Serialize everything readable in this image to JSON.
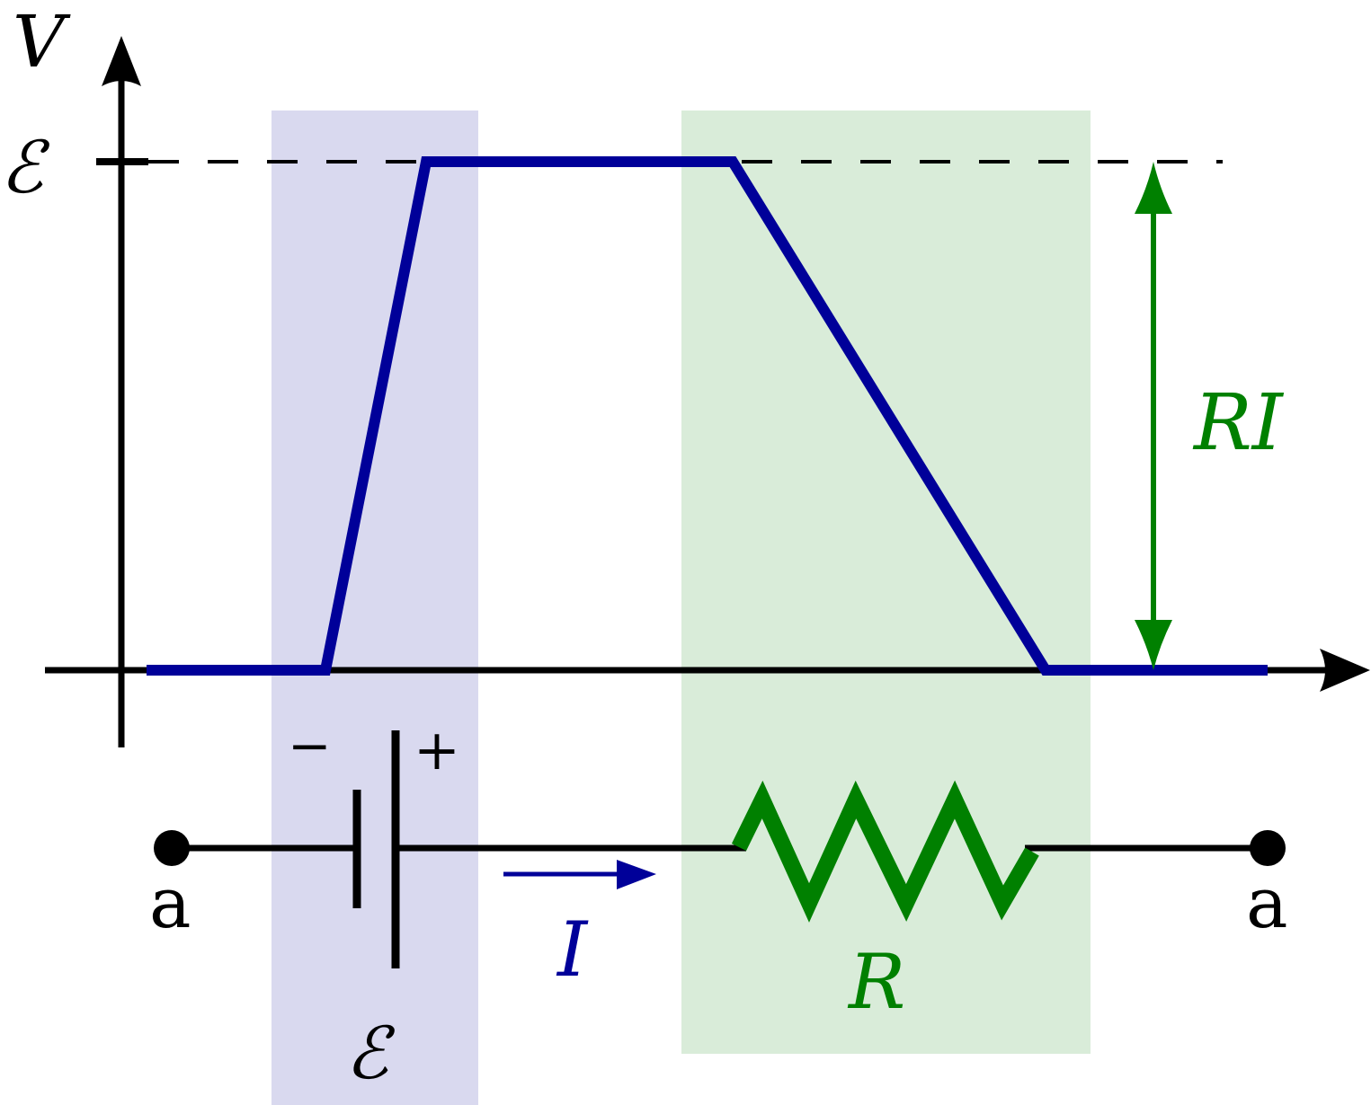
{
  "diagram": {
    "title": "Potential along a simple circuit with EMF and resistor",
    "axis": {
      "y_label": "V",
      "emf_tick_label": "ℰ"
    },
    "regions": [
      {
        "id": "battery-region",
        "label": "ℰ",
        "color": "#d9d9ef"
      },
      {
        "id": "resistor-region",
        "label": "R",
        "color": "#d9ecd9"
      }
    ],
    "potential_curve": {
      "color": "#000099",
      "description": "V = 0, rises to ℰ across battery, constant ℰ, drops linearly to 0 across resistor, then 0",
      "levels": [
        "0",
        "ℰ",
        "ℰ",
        "0"
      ]
    },
    "drop_annotation": {
      "label": "RI",
      "color": "#008000"
    },
    "circuit": {
      "node_left_label": "a",
      "node_right_label": "a",
      "battery_minus": "−",
      "battery_plus": "+",
      "battery_label": "ℰ",
      "current_label": "I",
      "current_color": "#000099",
      "resistor_label": "R",
      "resistor_color": "#008000"
    }
  }
}
